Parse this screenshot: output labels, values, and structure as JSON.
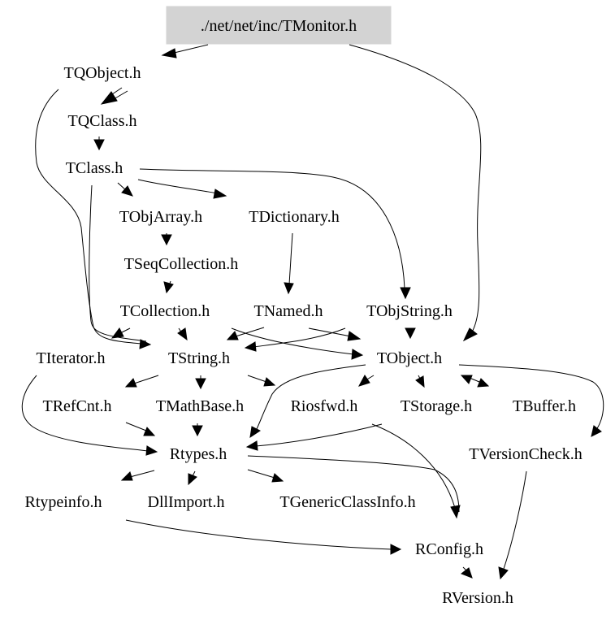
{
  "graph": {
    "root": "./net/net/inc/TMonitor.h",
    "highlight_color": "#d3d3d3",
    "nodes": {
      "tmonitor": "./net/net/inc/TMonitor.h",
      "tqobject": "TQObject.h",
      "tqclass": "TQClass.h",
      "tclass": "TClass.h",
      "tobjarray": "TObjArray.h",
      "tdictionary": "TDictionary.h",
      "tseqcollection": "TSeqCollection.h",
      "tcollection": "TCollection.h",
      "tnamed": "TNamed.h",
      "tobjstring": "TObjString.h",
      "titerator": "TIterator.h",
      "tstring": "TString.h",
      "tobject": "TObject.h",
      "trefcnt": "TRefCnt.h",
      "tmathbase": "TMathBase.h",
      "riosfwd": "Riosfwd.h",
      "tstorage": "TStorage.h",
      "tbuffer": "TBuffer.h",
      "rtypes": "Rtypes.h",
      "tversioncheck": "TVersionCheck.h",
      "rtypeinfo": "Rtypeinfo.h",
      "dllimport": "DllImport.h",
      "tgenericclassinfo": "TGenericClassInfo.h",
      "rconfig": "RConfig.h",
      "rversion": "RVersion.h"
    },
    "edges": [
      [
        "tmonitor",
        "tqobject"
      ],
      [
        "tmonitor",
        "tobject"
      ],
      [
        "tqobject",
        "tqclass"
      ],
      [
        "tqobject",
        "tqclass"
      ],
      [
        "tqobject",
        "tstring"
      ],
      [
        "tqclass",
        "tclass"
      ],
      [
        "tclass",
        "tobjarray"
      ],
      [
        "tclass",
        "tdictionary"
      ],
      [
        "tclass",
        "tobjstring"
      ],
      [
        "tclass",
        "tstring"
      ],
      [
        "tobjarray",
        "tseqcollection"
      ],
      [
        "tdictionary",
        "tnamed"
      ],
      [
        "tseqcollection",
        "tcollection"
      ],
      [
        "tcollection",
        "titerator"
      ],
      [
        "tcollection",
        "tstring"
      ],
      [
        "tcollection",
        "tobject"
      ],
      [
        "tnamed",
        "tstring"
      ],
      [
        "tnamed",
        "tobject"
      ],
      [
        "tobjstring",
        "tstring"
      ],
      [
        "tobjstring",
        "tobject"
      ],
      [
        "titerator",
        "rtypes"
      ],
      [
        "tstring",
        "trefcnt"
      ],
      [
        "tstring",
        "tmathbase"
      ],
      [
        "tstring",
        "riosfwd"
      ],
      [
        "tobject",
        "riosfwd"
      ],
      [
        "tobject",
        "tstorage"
      ],
      [
        "tobject",
        "tbuffer"
      ],
      [
        "tbuffer",
        "tobject"
      ],
      [
        "tobject",
        "tversioncheck"
      ],
      [
        "tobject",
        "rtypes"
      ],
      [
        "trefcnt",
        "rtypes"
      ],
      [
        "tmathbase",
        "rtypes"
      ],
      [
        "tstorage",
        "rtypes"
      ],
      [
        "tstorage",
        "rconfig"
      ],
      [
        "rtypes",
        "rtypeinfo"
      ],
      [
        "rtypes",
        "dllimport"
      ],
      [
        "rtypes",
        "tgenericclassinfo"
      ],
      [
        "rtypes",
        "rconfig"
      ],
      [
        "rtypeinfo",
        "rconfig"
      ],
      [
        "tversioncheck",
        "rversion"
      ],
      [
        "rconfig",
        "rversion"
      ]
    ]
  }
}
